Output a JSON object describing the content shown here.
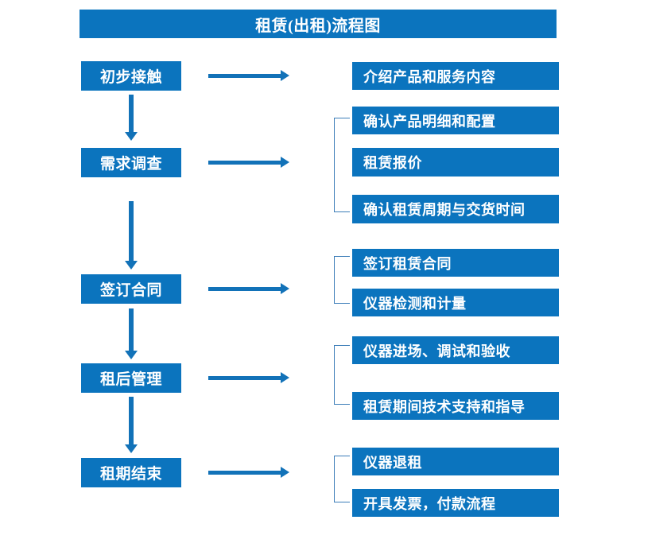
{
  "chart": {
    "title": "租赁(出租)流程图",
    "colors": {
      "box_fill": "#0B74BE",
      "box_text": "#FFFFFF",
      "arrow": "#1272B8",
      "bracket": "#3C7DB8",
      "background": "#FFFFFF"
    }
  },
  "stages": [
    {
      "label": "初步接触"
    },
    {
      "label": "需求调查"
    },
    {
      "label": "签订合同"
    },
    {
      "label": "租后管理"
    },
    {
      "label": "租期结束"
    }
  ],
  "tasks": [
    {
      "label": "介绍产品和服务内容"
    },
    {
      "label": "确认产品明细和配置"
    },
    {
      "label": "租赁报价"
    },
    {
      "label": "确认租赁周期与交货时间"
    },
    {
      "label": "签订租赁合同"
    },
    {
      "label": "仪器检测和计量"
    },
    {
      "label": "仪器进场、调试和验收"
    },
    {
      "label": "租赁期间技术支持和指导"
    },
    {
      "label": "仪器退租"
    },
    {
      "label": "开具发票，付款流程"
    }
  ],
  "flow": {
    "stage_to_tasks_arrow": "right-arrow",
    "stage_to_stage_arrow": "down-arrow",
    "group_marker": "square-bracket"
  }
}
